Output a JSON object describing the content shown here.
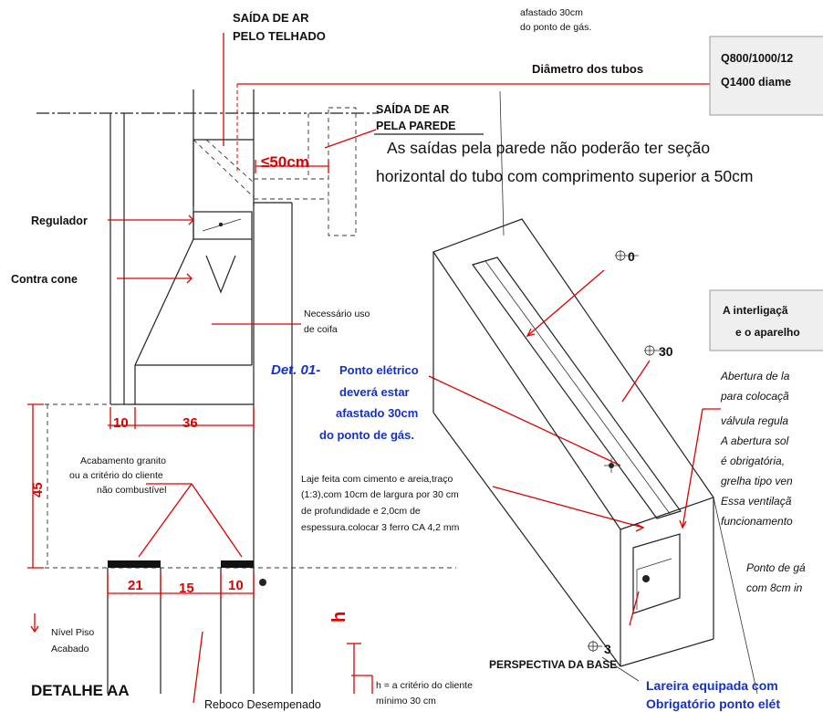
{
  "labels": {
    "saida_telhado_1": "SAÍDA DE AR",
    "saida_telhado_2": "PELO TELHADO",
    "saida_parede_1": "SAÍDA DE AR",
    "saida_parede_2": "PELA PAREDE",
    "top_note_1": "afastado 30cm",
    "top_note_2": "do ponto de gás.",
    "diametro": "Diâmetro dos tubos",
    "box_top_1": "Q800/1000/12",
    "box_top_2": "Q1400 diame",
    "max_50": "≤50cm",
    "parede_note_1": "As saídas pela parede não poderão ter seção",
    "parede_note_2": "horizontal do tubo com comprimento superior a 50cm",
    "regulador": "Regulador",
    "contra_cone": "Contra cone",
    "coifa_1": "Necessário uso",
    "coifa_2": "de coifa",
    "det_prefix": "Det. 01-",
    "det_1": "Ponto elétrico",
    "det_2": "deverá estar",
    "det_3": "afastado 30cm",
    "det_4": "do ponto de gás.",
    "acab_1": "Acabamento granito",
    "acab_2": "ou a critério do cliente",
    "acab_3": "não combustível",
    "laje_1": "Laje feita com cimento e areia,traço",
    "laje_2": "(1:3),com 10cm de largura por 30 cm",
    "laje_3": "de profundidade e 2,0cm de",
    "laje_4": "espessura.colocar 3 ferro CA 4,2 mm",
    "nivel_1": "Nível Piso",
    "nivel_2": "Acabado",
    "detalhe": "DETALHE AA",
    "reboco": "Reboco Desempenado",
    "h_note_1": "h = a critério do cliente",
    "h_note_2": "mínimo 30 cm",
    "h_label": "h",
    "perspectiva": "PERSPECTIVA DA BASE",
    "lev_0": "0",
    "lev_30": "30",
    "lev_3": "3",
    "interlig_1": "A interligaçã",
    "interlig_2": "e o aparelho",
    "abertura_1": "Abertura de la",
    "abertura_2": "para colocaçã",
    "abertura_3": "válvula regula",
    "abertura_4": "A abertura sol",
    "abertura_5": "é obrigatória,",
    "abertura_6": "grelha tipo ven",
    "abertura_7": "Essa ventilaçã",
    "abertura_8": "funcionamento",
    "ponto_gas_1": "Ponto de gá",
    "ponto_gas_2": "com 8cm in",
    "lareira_1": "Lareira equipada com",
    "lareira_2": "Obrigatório ponto elét"
  },
  "dimensions": {
    "d10a": "10",
    "d36": "36",
    "d45": "45",
    "d21": "21",
    "d15": "15",
    "d10b": "10"
  }
}
